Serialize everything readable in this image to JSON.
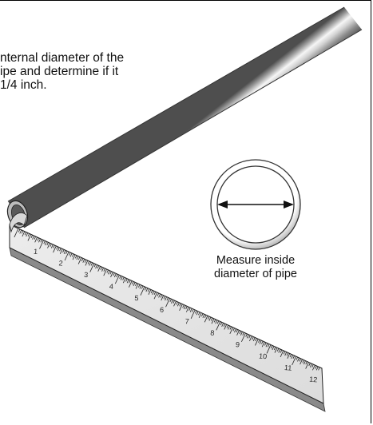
{
  "instructions": {
    "lines": [
      "nternal diameter of the",
      "ipe and determine if it",
      "1/4 inch."
    ]
  },
  "caption": {
    "line1": "Measure inside",
    "line2": "diameter of pipe"
  },
  "ruler": {
    "numbers": [
      "1",
      "2",
      "3",
      "4",
      "5",
      "6",
      "7",
      "8",
      "9",
      "10",
      "11",
      "12"
    ]
  },
  "colors": {
    "pipe_dark": "#5c5c5c",
    "pipe_light": "#f4f4f4",
    "ruler_face": "#e6e6e6",
    "ruler_side": "#8a8a8a"
  }
}
